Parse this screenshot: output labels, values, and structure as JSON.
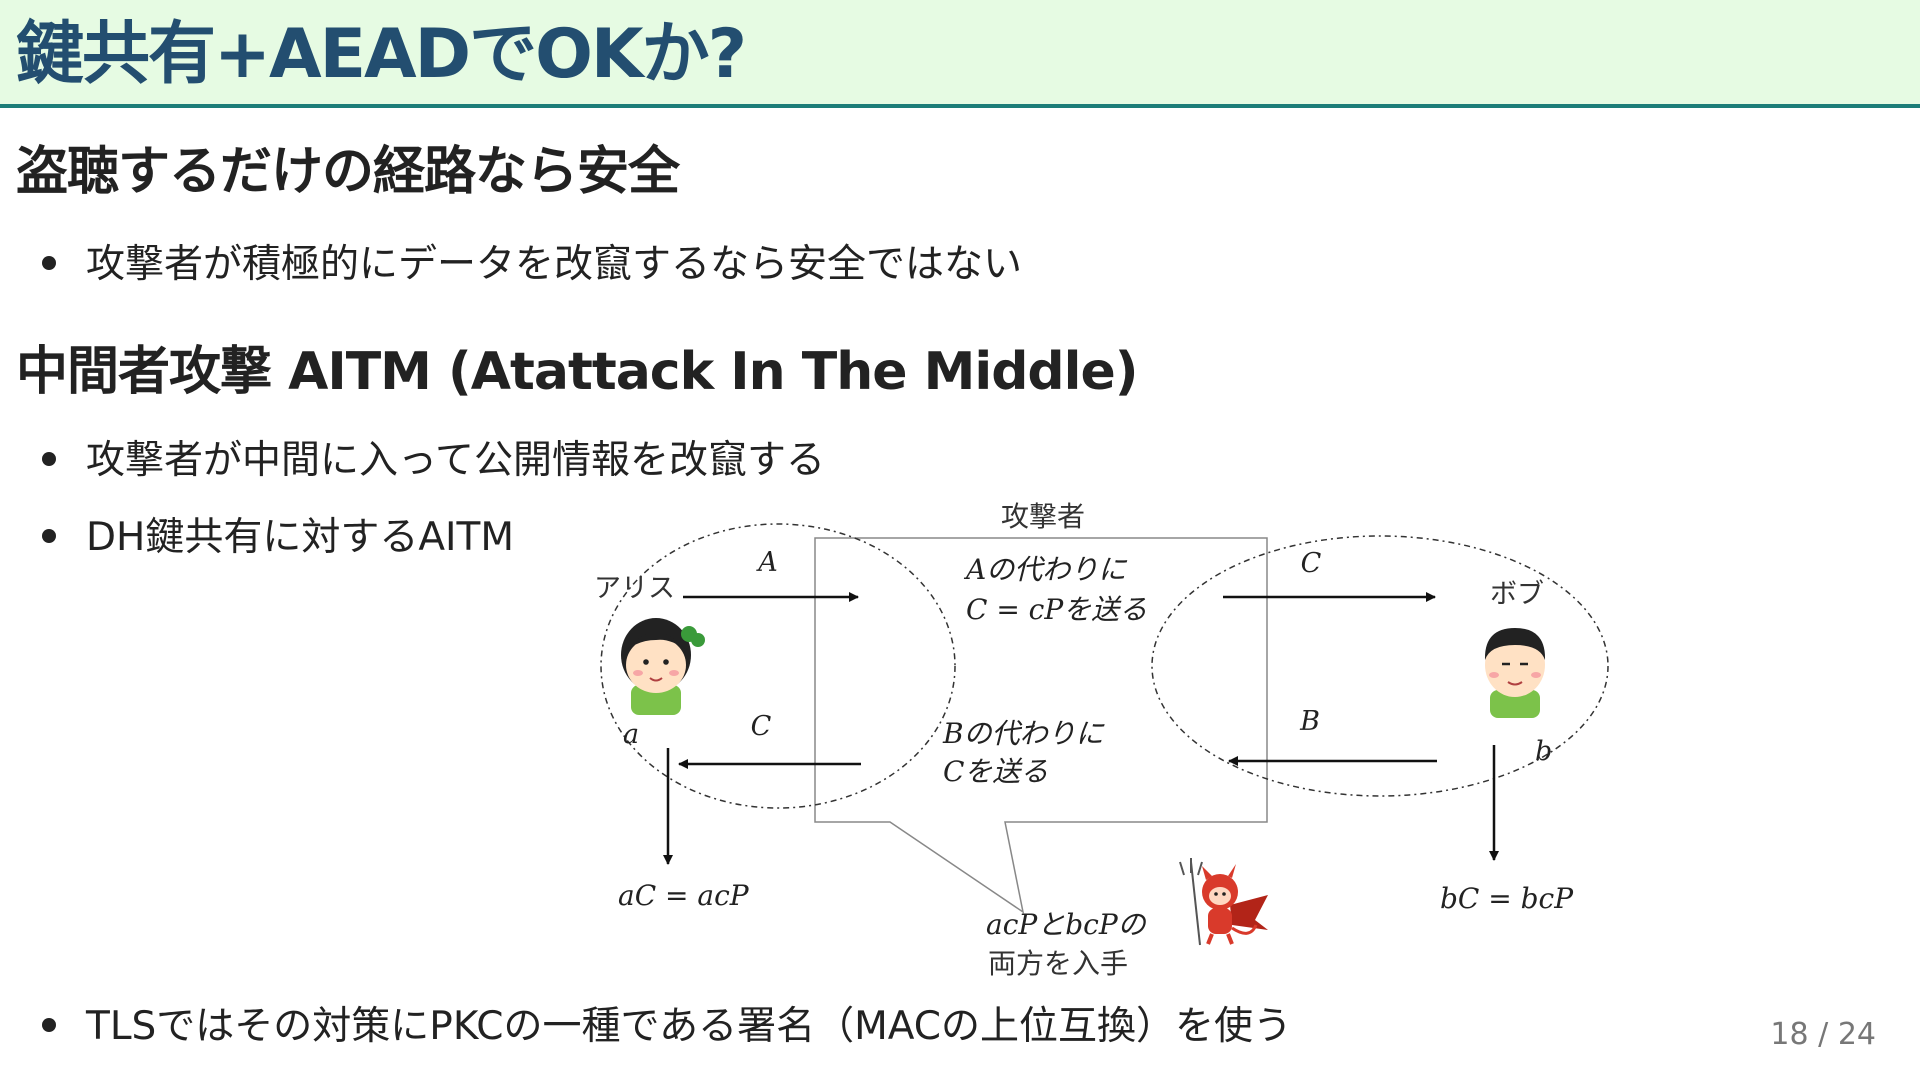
{
  "slide": {
    "title": "鍵共有+AEADでOKか?",
    "section1_heading": "盗聴するだけの経路なら安全",
    "section1_bullet1": "攻撃者が積極的にデータを改竄するなら安全ではない",
    "section2_heading": "中間者攻撃 AITM (Atattack In The Middle)",
    "section2_bullet1": "攻撃者が中間に入って公開情報を改竄する",
    "section2_bullet2": "DH鍵共有に対するAITM",
    "section2_bullet3": "TLSではその対策にPKCの一種である署名（MACの上位互換）を使う",
    "page_current": "18",
    "page_sep": "/",
    "page_total": "24"
  },
  "diagram": {
    "attacker_label": "攻撃者",
    "alice_label": "アリス",
    "bob_label": "ボブ",
    "arrow_a_label": "A",
    "arrow_c_top_label": "C",
    "arrow_c_bottom_label": "C",
    "arrow_b_label": "B",
    "alice_secret": "a",
    "bob_secret": "b",
    "box_text_1a": "Aの代わりに",
    "box_text_1b": "C = cPを送る",
    "box_text_2a": "Bの代わりに",
    "box_text_2b": "Cを送る",
    "alice_result": "aC = acP",
    "bob_result": "bC = bcP",
    "attacker_gain_1": "acPとbcPの",
    "attacker_gain_2": "両方を入手",
    "colors": {
      "header_bg": "#e6fbe3",
      "header_border": "#1c7d78",
      "title_color": "#234e70",
      "devil_red": "#d93a2b",
      "alice_shirt": "#7cc24a",
      "bob_shirt": "#7cc24a"
    }
  }
}
